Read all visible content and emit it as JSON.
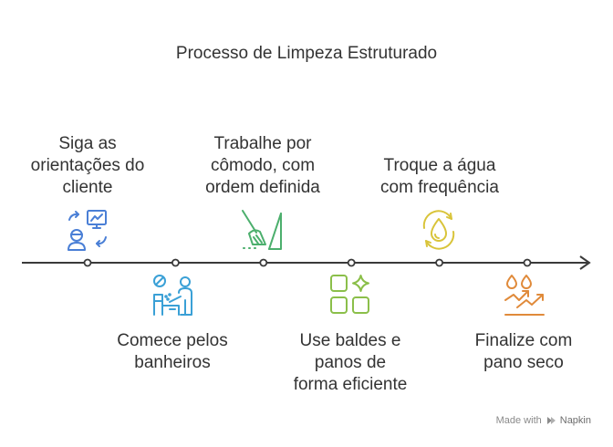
{
  "title": "Processo de Limpeza Estruturado",
  "steps": [
    {
      "label": "Siga as\norientações do\ncliente",
      "icon": "client-guidelines-icon",
      "color": "#4a7fd6"
    },
    {
      "label": "Comece pelos\nbanheiros",
      "icon": "bathroom-cleaning-icon",
      "color": "#3aa0d6"
    },
    {
      "label": "Trabalhe por\ncômodo, com\nordem definida",
      "icon": "broom-icon",
      "color": "#4caf6d"
    },
    {
      "label": "Use baldes e\npanos de\nforma eficiente",
      "icon": "grid-sparkle-icon",
      "color": "#8bbf4a"
    },
    {
      "label": "Troque a água\ncom frequência",
      "icon": "water-cycle-icon",
      "color": "#d9c43a"
    },
    {
      "label": "Finalize com\npano seco",
      "icon": "drops-trend-icon",
      "color": "#e08a3a"
    }
  ],
  "footer": {
    "prefix": "Made with",
    "brand": "Napkin"
  }
}
